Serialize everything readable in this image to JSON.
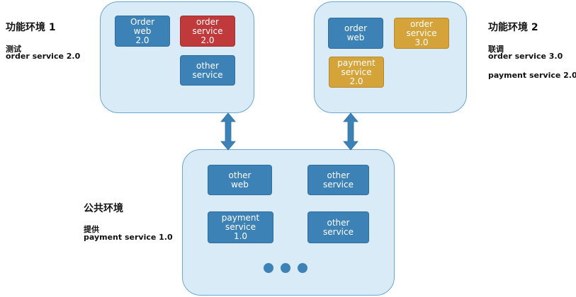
{
  "env1": {
    "title": "功能环境 1",
    "note_heading": "测试",
    "note_detail": "order service 2.0",
    "services": [
      {
        "text": "Order\nweb\n2.0",
        "color": "blue"
      },
      {
        "text": "order\nservice\n2.0",
        "color": "red"
      },
      {
        "text": "other\nservice",
        "color": "blue"
      }
    ]
  },
  "env2": {
    "title": "功能环境 2",
    "note_heading": "联调",
    "note_detail_1": "order service 3.0",
    "note_detail_2": "payment service 2.0",
    "services": [
      {
        "text": "order\nweb",
        "color": "blue"
      },
      {
        "text": "order\nservice\n3.0",
        "color": "gold"
      },
      {
        "text": "payment\nservice\n2.0",
        "color": "gold"
      }
    ]
  },
  "public_env": {
    "title": "公共环境",
    "note_heading": "提供",
    "note_detail": "payment service 1.0",
    "services": [
      {
        "text": "other\nweb",
        "color": "blue"
      },
      {
        "text": "other\nservice",
        "color": "blue"
      },
      {
        "text": "payment\nservice\n1.0",
        "color": "blue"
      },
      {
        "text": "other\nservice",
        "color": "blue"
      }
    ],
    "ellipsis_dots": 3
  },
  "colors": {
    "env_fill": "#d9ebf7",
    "env_border": "#6aa7d2",
    "service_blue": "#3d82b6",
    "service_red": "#c0393b",
    "service_gold": "#d4a33a",
    "arrow": "#3d82b6"
  }
}
